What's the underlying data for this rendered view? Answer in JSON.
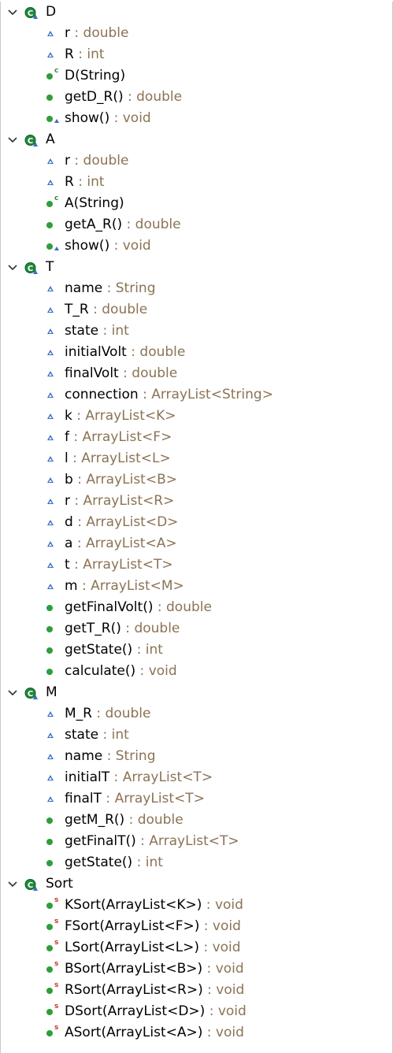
{
  "outline": {
    "classes": [
      {
        "name": "D",
        "icon": "class-icon",
        "members": [
          {
            "name": "r",
            "type": "double",
            "kind": "field",
            "visibility": "package"
          },
          {
            "name": "R",
            "type": "int",
            "kind": "field",
            "visibility": "package"
          },
          {
            "name": "D(String)",
            "type": "",
            "kind": "constructor",
            "visibility": "public"
          },
          {
            "name": "getD_R()",
            "type": "double",
            "kind": "method",
            "visibility": "public"
          },
          {
            "name": "show()",
            "type": "void",
            "kind": "method-override",
            "visibility": "public"
          }
        ]
      },
      {
        "name": "A",
        "icon": "class-icon",
        "members": [
          {
            "name": "r",
            "type": "double",
            "kind": "field",
            "visibility": "package"
          },
          {
            "name": "R",
            "type": "int",
            "kind": "field",
            "visibility": "package"
          },
          {
            "name": "A(String)",
            "type": "",
            "kind": "constructor",
            "visibility": "public"
          },
          {
            "name": "getA_R()",
            "type": "double",
            "kind": "method",
            "visibility": "public"
          },
          {
            "name": "show()",
            "type": "void",
            "kind": "method-override",
            "visibility": "public"
          }
        ]
      },
      {
        "name": "T",
        "icon": "class-icon",
        "members": [
          {
            "name": "name",
            "type": "String",
            "kind": "field",
            "visibility": "package"
          },
          {
            "name": "T_R",
            "type": "double",
            "kind": "field",
            "visibility": "package"
          },
          {
            "name": "state",
            "type": "int",
            "kind": "field",
            "visibility": "package"
          },
          {
            "name": "initialVolt",
            "type": "double",
            "kind": "field",
            "visibility": "package"
          },
          {
            "name": "finalVolt",
            "type": "double",
            "kind": "field",
            "visibility": "package"
          },
          {
            "name": "connection",
            "type": "ArrayList<String>",
            "kind": "field",
            "visibility": "package"
          },
          {
            "name": "k",
            "type": "ArrayList<K>",
            "kind": "field",
            "visibility": "package"
          },
          {
            "name": "f",
            "type": "ArrayList<F>",
            "kind": "field",
            "visibility": "package"
          },
          {
            "name": "l",
            "type": "ArrayList<L>",
            "kind": "field",
            "visibility": "package"
          },
          {
            "name": "b",
            "type": "ArrayList<B>",
            "kind": "field",
            "visibility": "package"
          },
          {
            "name": "r",
            "type": "ArrayList<R>",
            "kind": "field",
            "visibility": "package"
          },
          {
            "name": "d",
            "type": "ArrayList<D>",
            "kind": "field",
            "visibility": "package"
          },
          {
            "name": "a",
            "type": "ArrayList<A>",
            "kind": "field",
            "visibility": "package"
          },
          {
            "name": "t",
            "type": "ArrayList<T>",
            "kind": "field",
            "visibility": "package"
          },
          {
            "name": "m",
            "type": "ArrayList<M>",
            "kind": "field",
            "visibility": "package"
          },
          {
            "name": "getFinalVolt()",
            "type": "double",
            "kind": "method",
            "visibility": "public"
          },
          {
            "name": "getT_R()",
            "type": "double",
            "kind": "method",
            "visibility": "public"
          },
          {
            "name": "getState()",
            "type": "int",
            "kind": "method",
            "visibility": "public"
          },
          {
            "name": "calculate()",
            "type": "void",
            "kind": "method",
            "visibility": "public"
          }
        ]
      },
      {
        "name": "M",
        "icon": "class-icon",
        "members": [
          {
            "name": "M_R",
            "type": "double",
            "kind": "field",
            "visibility": "package"
          },
          {
            "name": "state",
            "type": "int",
            "kind": "field",
            "visibility": "package"
          },
          {
            "name": "name",
            "type": "String",
            "kind": "field",
            "visibility": "package"
          },
          {
            "name": "initialT",
            "type": "ArrayList<T>",
            "kind": "field",
            "visibility": "package"
          },
          {
            "name": "finalT",
            "type": "ArrayList<T>",
            "kind": "field",
            "visibility": "package"
          },
          {
            "name": "getM_R()",
            "type": "double",
            "kind": "method",
            "visibility": "public"
          },
          {
            "name": "getFinalT()",
            "type": "ArrayList<T>",
            "kind": "method",
            "visibility": "public"
          },
          {
            "name": "getState()",
            "type": "int",
            "kind": "method",
            "visibility": "public"
          }
        ]
      },
      {
        "name": "Sort",
        "icon": "class-icon",
        "members": [
          {
            "name": "KSort(ArrayList<K>)",
            "type": "void",
            "kind": "static-method",
            "visibility": "public"
          },
          {
            "name": "FSort(ArrayList<F>)",
            "type": "void",
            "kind": "static-method",
            "visibility": "public"
          },
          {
            "name": "LSort(ArrayList<L>)",
            "type": "void",
            "kind": "static-method",
            "visibility": "public"
          },
          {
            "name": "BSort(ArrayList<B>)",
            "type": "void",
            "kind": "static-method",
            "visibility": "public"
          },
          {
            "name": "RSort(ArrayList<R>)",
            "type": "void",
            "kind": "static-method",
            "visibility": "public"
          },
          {
            "name": "DSort(ArrayList<D>)",
            "type": "void",
            "kind": "static-method",
            "visibility": "public"
          },
          {
            "name": "ASort(ArrayList<A>)",
            "type": "void",
            "kind": "static-method",
            "visibility": "public"
          }
        ]
      }
    ],
    "separator": " : ",
    "colors": {
      "type_text": "#8b7355",
      "package_field_icon": "#3b6fc2",
      "public_method_icon": "#2e9e3b",
      "constructor_marker": "#3a8a3a",
      "static_marker": "#c0392b"
    },
    "markers": {
      "constructor": "c",
      "static": "s"
    }
  }
}
